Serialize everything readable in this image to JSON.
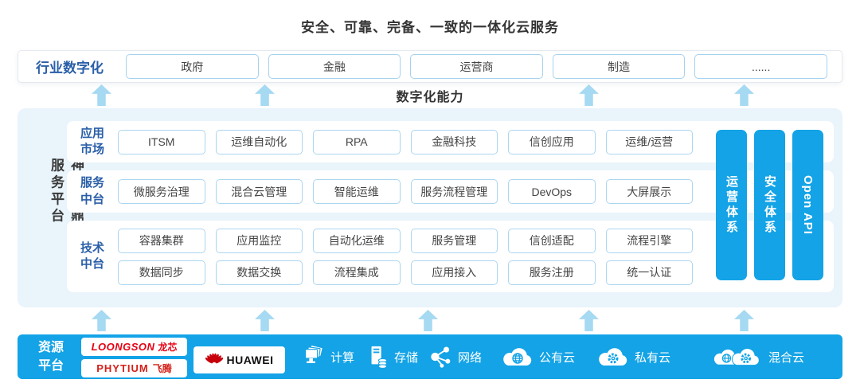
{
  "title": "安全、可靠、完备、一致的一体化云服务",
  "capability_label": "数字化能力",
  "colors": {
    "primary_blue": "#13a3e6",
    "arrow_light_blue": "#a6d9f2",
    "panel_bg": "#e9f4fb",
    "chip_border": "#abd6f0",
    "label_blue": "#2a5fa8",
    "loongson_red": "#e60012",
    "huawei_red": "#c7000b"
  },
  "industry": {
    "label": "行业数字化",
    "chips": [
      "政府",
      "金融",
      "运营商",
      "制造",
      "......"
    ]
  },
  "platform": {
    "name": "神州云鼎云服务平台",
    "rows": [
      {
        "label": "应用市场",
        "chips": [
          "ITSM",
          "运维自动化",
          "RPA",
          "金融科技",
          "信创应用",
          "运维/运营"
        ]
      },
      {
        "label": "服务中台",
        "chips": [
          "微服务治理",
          "混合云管理",
          "智能运维",
          "服务流程管理",
          "DevOps",
          "大屏展示"
        ]
      },
      {
        "label": "技术中台",
        "chip_lines": [
          [
            "容器集群",
            "应用监控",
            "自动化运维",
            "服务管理",
            "信创适配",
            "流程引擎"
          ],
          [
            "数据同步",
            "数据交换",
            "流程集成",
            "应用接入",
            "服务注册",
            "统一认证"
          ]
        ]
      }
    ],
    "side_bars": [
      "运营体系",
      "安全体系",
      "Open API"
    ]
  },
  "resource": {
    "label": "资源平台",
    "logos": {
      "loongson": {
        "latin": "LOONGSON",
        "cjk": "龙芯"
      },
      "phytium": {
        "latin": "PHYTIUM",
        "cjk": "飞腾"
      },
      "huawei": {
        "name": "HUAWEI"
      }
    },
    "items": [
      {
        "icon": "compute-icon",
        "label": "计算"
      },
      {
        "icon": "storage-icon",
        "label": "存储"
      },
      {
        "icon": "network-icon",
        "label": "网络"
      },
      {
        "icon": "public-cloud-icon",
        "label": "公有云"
      },
      {
        "icon": "private-cloud-icon",
        "label": "私有云"
      },
      {
        "icon": "hybrid-cloud-icon",
        "label": "混合云"
      }
    ]
  }
}
